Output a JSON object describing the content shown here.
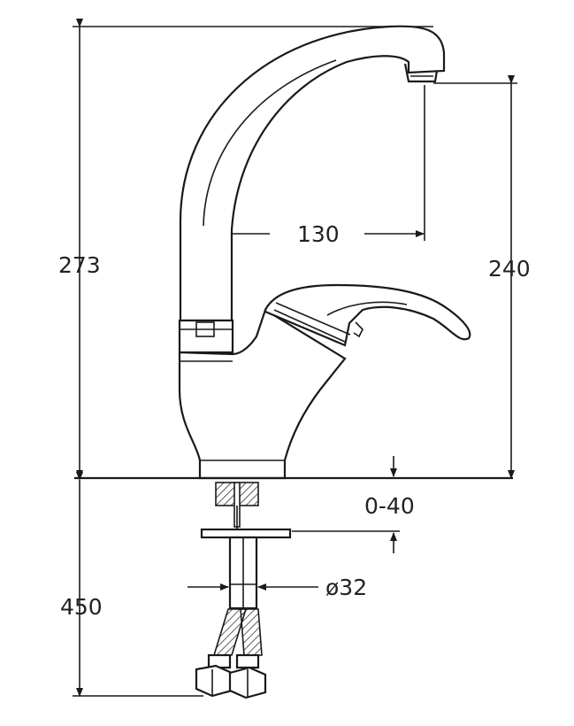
{
  "dimensions": {
    "total_height": "273",
    "spout_height": "240",
    "spout_reach": "130",
    "deck_thickness": "0-40",
    "hole_diameter": "ø32",
    "hose_length": "450"
  },
  "colors": {
    "line": "#1a1a1a",
    "background": "#ffffff",
    "text": "#222222"
  }
}
